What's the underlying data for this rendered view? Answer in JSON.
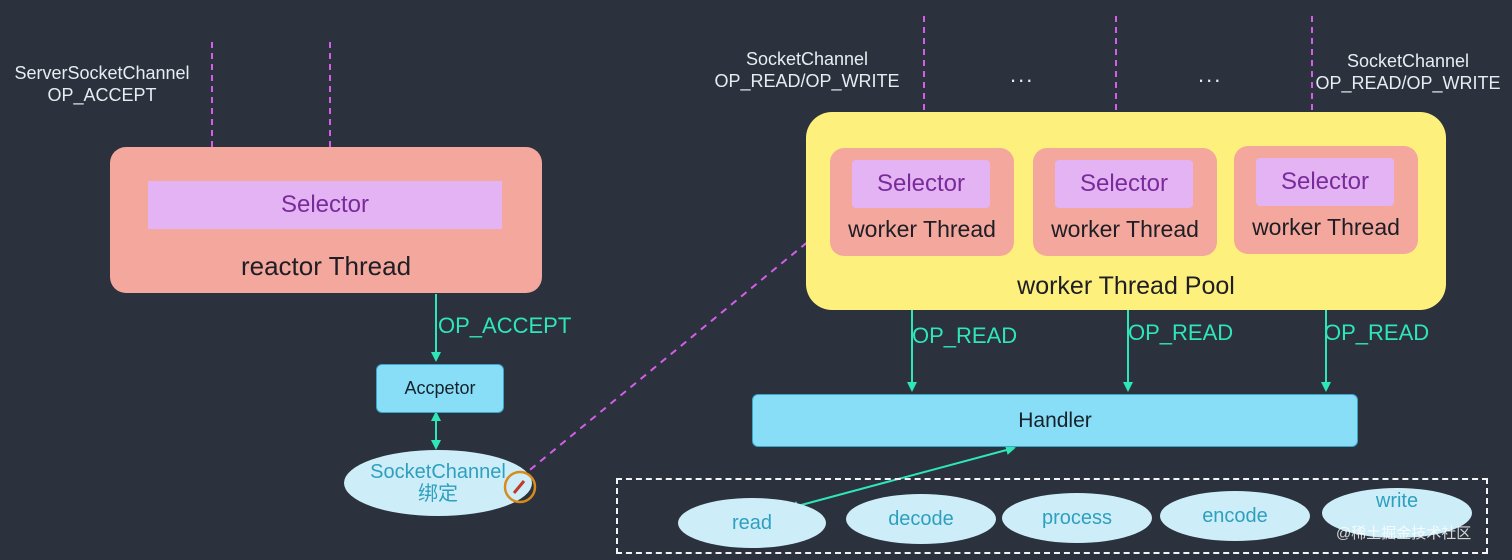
{
  "reactor": {
    "input_label_line1": "ServerSocketChannel",
    "input_label_line2": "OP_ACCEPT",
    "selector_label": "Selector",
    "title": "reactor Thread",
    "accept_label": "OP_ACCEPT"
  },
  "acceptor": {
    "label": "Accpetor"
  },
  "socket_channel": {
    "line1": "SocketChannel",
    "line2": "绑定"
  },
  "pool": {
    "title": "worker Thread Pool",
    "left_input_line1": "SocketChannel",
    "left_input_line2": "OP_READ/OP_WRITE",
    "right_input_line1": "SocketChannel",
    "right_input_line2": "OP_READ/OP_WRITE",
    "ellipsis": "...",
    "workers": [
      {
        "selector": "Selector",
        "label": "worker Thread",
        "read": "OP_READ"
      },
      {
        "selector": "Selector",
        "label": "worker Thread",
        "read": "OP_READ"
      },
      {
        "selector": "Selector",
        "label": "worker Thread",
        "read": "OP_READ"
      }
    ]
  },
  "handler": {
    "label": "Handler"
  },
  "stages": [
    "read",
    "decode",
    "process",
    "encode",
    "write"
  ],
  "watermark": "@稀土掘金技术社区",
  "colors": {
    "background": "#2b323d",
    "reactor_fill": "#f3a79d",
    "selector_fill": "#e3b3f4",
    "pool_fill": "#fdf07c",
    "component_fill": "#87def6",
    "ellipse_fill": "#cdeef8",
    "flow_arrow": "#2ee6b9",
    "dashed_arrow": "#d35ee8",
    "marker": "#d98a1c"
  },
  "icons": {
    "marker": "circle-cursor-icon"
  }
}
